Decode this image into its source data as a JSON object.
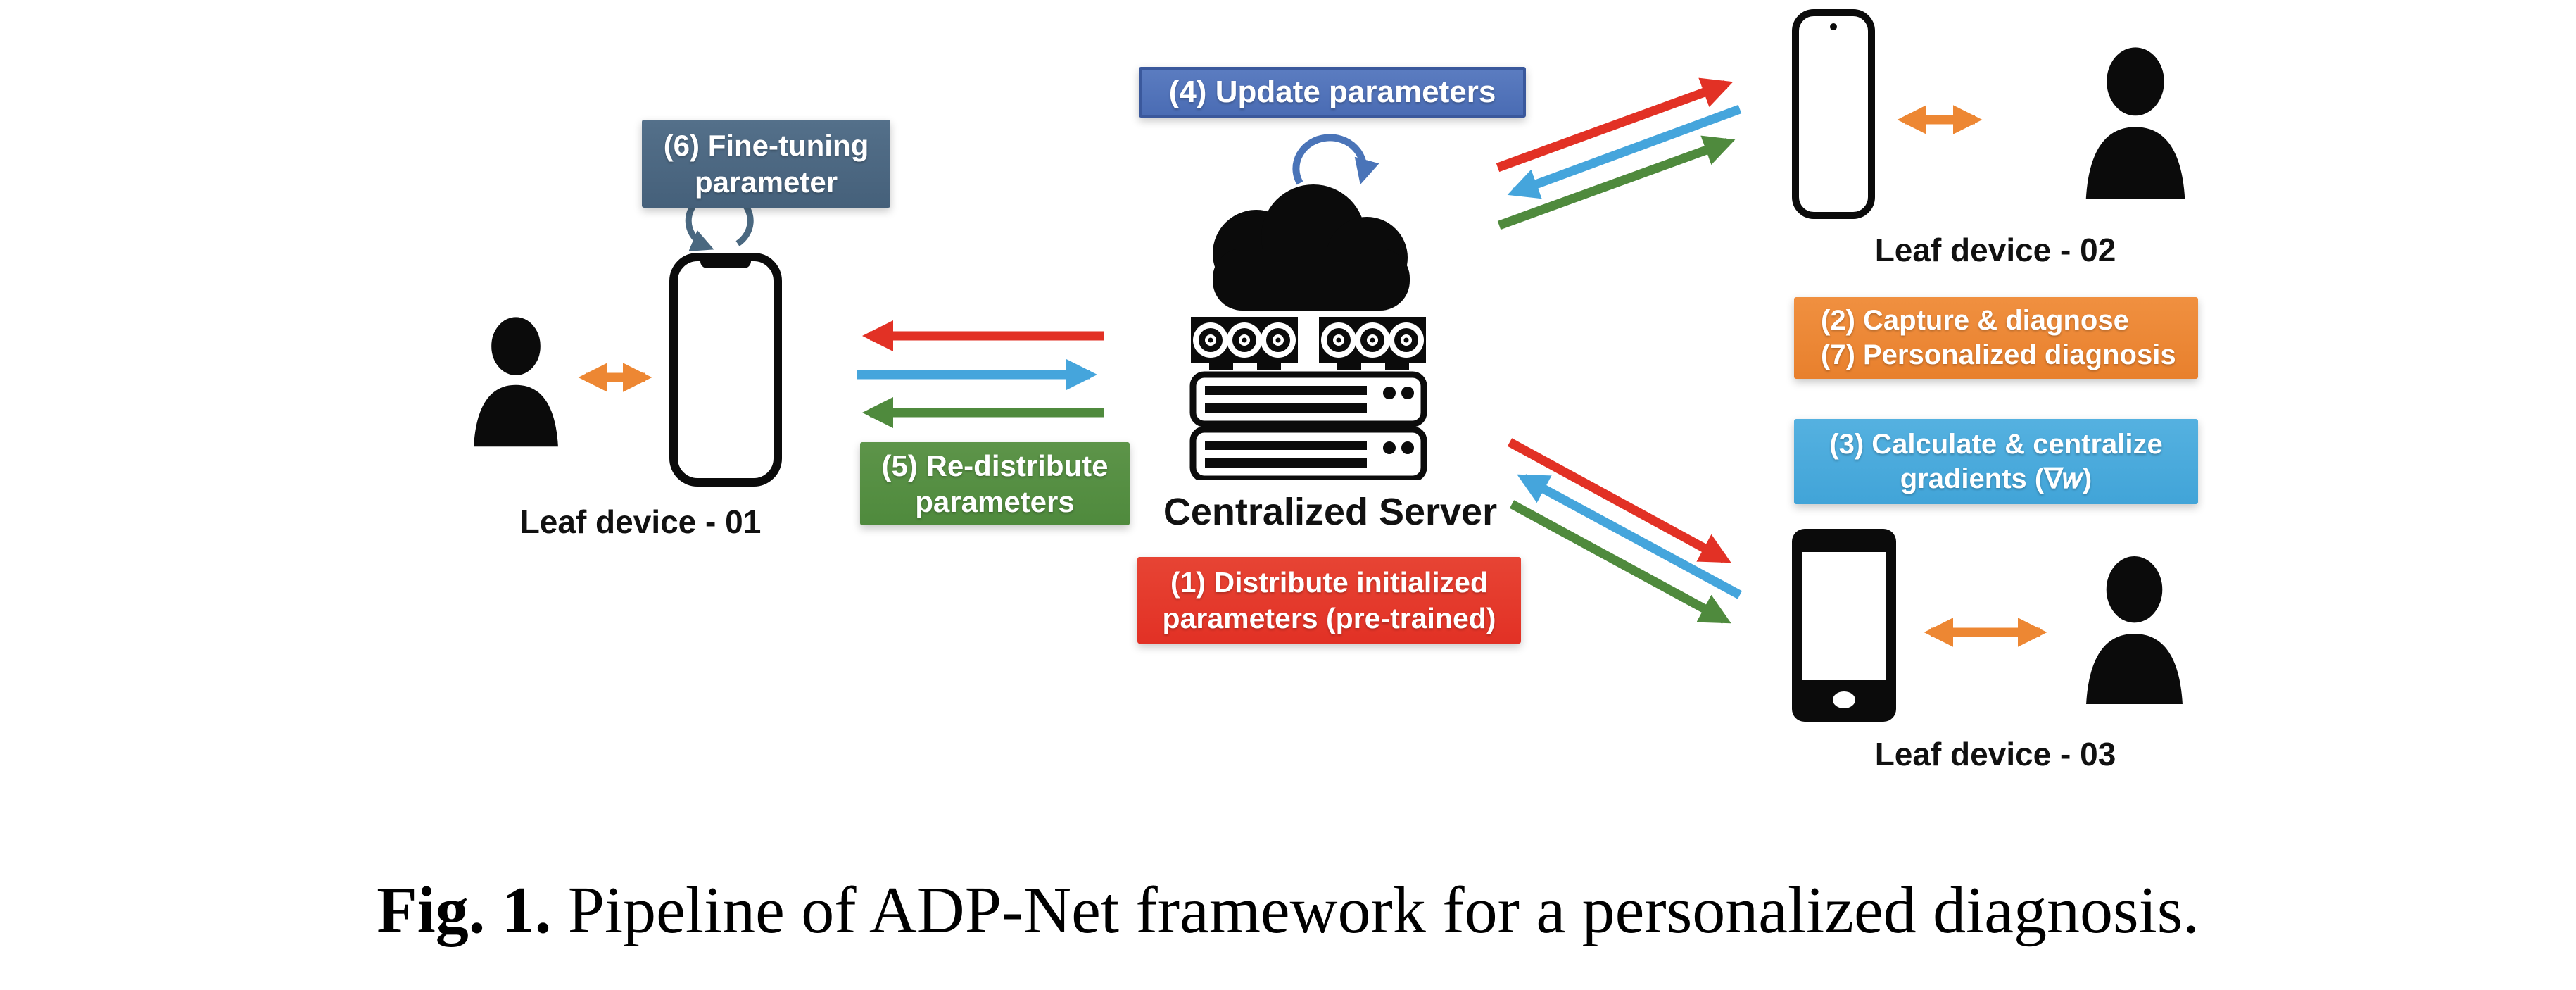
{
  "colors": {
    "red": "#e23125",
    "blue_arrow": "#45a5dc",
    "green": "#4f8a3d",
    "orange": "#ed8733",
    "box_blue": "#4a6cb4",
    "box_slate": "#45607a",
    "box_green": "#4f8a3d",
    "box_red": "#e23125",
    "box_orange": "#e8802d",
    "box_light_blue": "#41a4d8",
    "curved_blue": "#4a74b8",
    "curved_slate": "#4a6880",
    "icon_black": "#0b0b0b"
  },
  "boxes": {
    "step4": {
      "label": "(4) Update parameters"
    },
    "step6": {
      "line1": "(6) Fine-tuning",
      "line2": "parameter"
    },
    "step5": {
      "line1": "(5) Re-distribute",
      "line2": "parameters"
    },
    "step1": {
      "line1": "(1) Distribute initialized",
      "line2": "parameters (pre-trained)"
    },
    "step2_7": {
      "line1": "(2) Capture & diagnose",
      "line2": "(7) Personalized diagnosis"
    },
    "step3": {
      "line1": "(3) Calculate & centralize",
      "line2": "gradients (∇𝑤)"
    }
  },
  "labels": {
    "server": "Centralized Server",
    "leaf01": "Leaf device - 01",
    "leaf02": "Leaf device - 02",
    "leaf03": "Leaf device - 03"
  },
  "caption": {
    "prefix": "Fig. 1.",
    "text": " Pipeline of ADP-Net framework for a personalized diagnosis."
  }
}
